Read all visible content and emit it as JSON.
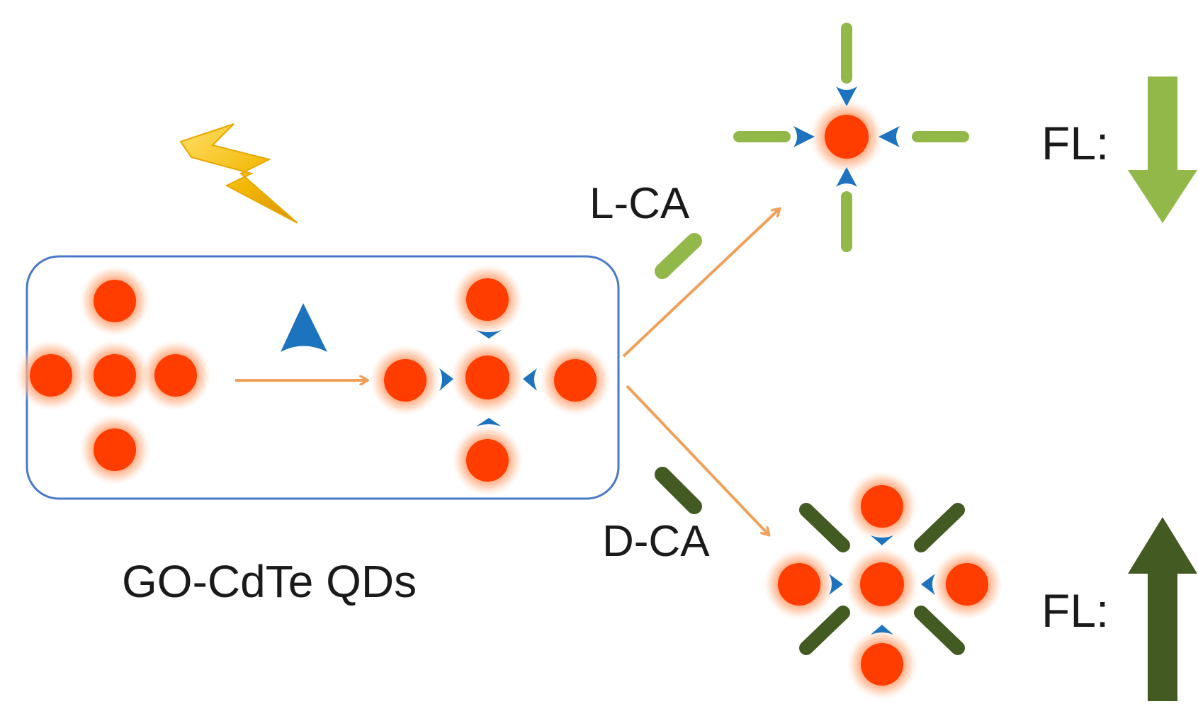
{
  "labels": {
    "box_caption": "GO-CdTe QDs",
    "l_ca": "L-CA",
    "d_ca": "D-CA",
    "fl_top": "FL:",
    "fl_bottom": "FL:"
  },
  "colors": {
    "particle": "#ff3d00",
    "particle_glow": "#ffb08a",
    "linker": "#1e73be",
    "box_border": "#4a78c8",
    "reaction_arrow": "#f0a05a",
    "l_ca": "#92b84a",
    "d_ca": "#435a22",
    "lightning": "#f2b705",
    "text": "#1a1a1a"
  },
  "icons": {
    "energy": "lightning-bolt-icon",
    "fl_decrease": "arrow-down-icon",
    "fl_increase": "arrow-up-icon"
  },
  "fluorescence": {
    "l_ca": "decrease",
    "d_ca": "increase"
  }
}
